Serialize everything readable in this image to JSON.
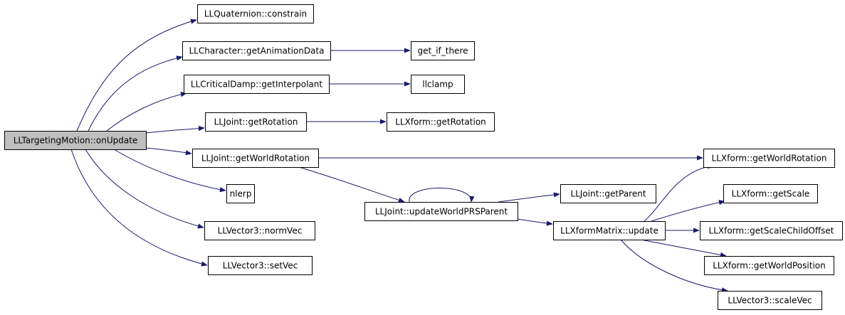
{
  "diagram": {
    "edge_color": "#191970",
    "root_fill": "#bfbfbf",
    "node_fill": "#ffffff",
    "nodes": [
      {
        "id": "onUpdate",
        "label": "LLTargetingMotion::onUpdate",
        "root": true
      },
      {
        "id": "constrain",
        "label": "LLQuaternion::constrain"
      },
      {
        "id": "getAnimationData",
        "label": "LLCharacter::getAnimationData"
      },
      {
        "id": "get_if_there",
        "label": "get_if_there"
      },
      {
        "id": "getInterpolant",
        "label": "LLCriticalDamp::getInterpolant"
      },
      {
        "id": "llclamp",
        "label": "llclamp"
      },
      {
        "id": "jointGetRotation",
        "label": "LLJoint::getRotation"
      },
      {
        "id": "xformGetRotation",
        "label": "LLXform::getRotation"
      },
      {
        "id": "jointGetWorldRotation",
        "label": "LLJoint::getWorldRotation"
      },
      {
        "id": "xformGetWorldRotation",
        "label": "LLXform::getWorldRotation"
      },
      {
        "id": "nlerp",
        "label": "nlerp"
      },
      {
        "id": "updateWorldPRSParent",
        "label": "LLJoint::updateWorldPRSParent"
      },
      {
        "id": "getParent",
        "label": "LLJoint::getParent"
      },
      {
        "id": "getScale",
        "label": "LLXform::getScale"
      },
      {
        "id": "xformMatrixUpdate",
        "label": "LLXformMatrix::update"
      },
      {
        "id": "getScaleChildOffset",
        "label": "LLXform::getScaleChildOffset"
      },
      {
        "id": "normVec",
        "label": "LLVector3::normVec"
      },
      {
        "id": "getWorldPosition",
        "label": "LLXform::getWorldPosition"
      },
      {
        "id": "setVec",
        "label": "LLVector3::setVec"
      },
      {
        "id": "scaleVec",
        "label": "LLVector3::scaleVec"
      }
    ],
    "edges": [
      {
        "from": "onUpdate",
        "to": "constrain"
      },
      {
        "from": "onUpdate",
        "to": "getAnimationData"
      },
      {
        "from": "onUpdate",
        "to": "getInterpolant"
      },
      {
        "from": "onUpdate",
        "to": "jointGetRotation"
      },
      {
        "from": "onUpdate",
        "to": "jointGetWorldRotation"
      },
      {
        "from": "onUpdate",
        "to": "nlerp"
      },
      {
        "from": "onUpdate",
        "to": "normVec"
      },
      {
        "from": "onUpdate",
        "to": "setVec"
      },
      {
        "from": "getAnimationData",
        "to": "get_if_there"
      },
      {
        "from": "getInterpolant",
        "to": "llclamp"
      },
      {
        "from": "jointGetRotation",
        "to": "xformGetRotation"
      },
      {
        "from": "jointGetWorldRotation",
        "to": "xformGetWorldRotation"
      },
      {
        "from": "jointGetWorldRotation",
        "to": "updateWorldPRSParent"
      },
      {
        "from": "updateWorldPRSParent",
        "to": "updateWorldPRSParent"
      },
      {
        "from": "updateWorldPRSParent",
        "to": "getParent"
      },
      {
        "from": "updateWorldPRSParent",
        "to": "xformMatrixUpdate"
      },
      {
        "from": "xformMatrixUpdate",
        "to": "xformGetWorldRotation"
      },
      {
        "from": "xformMatrixUpdate",
        "to": "getScale"
      },
      {
        "from": "xformMatrixUpdate",
        "to": "getScaleChildOffset"
      },
      {
        "from": "xformMatrixUpdate",
        "to": "getWorldPosition"
      },
      {
        "from": "xformMatrixUpdate",
        "to": "scaleVec"
      }
    ]
  }
}
